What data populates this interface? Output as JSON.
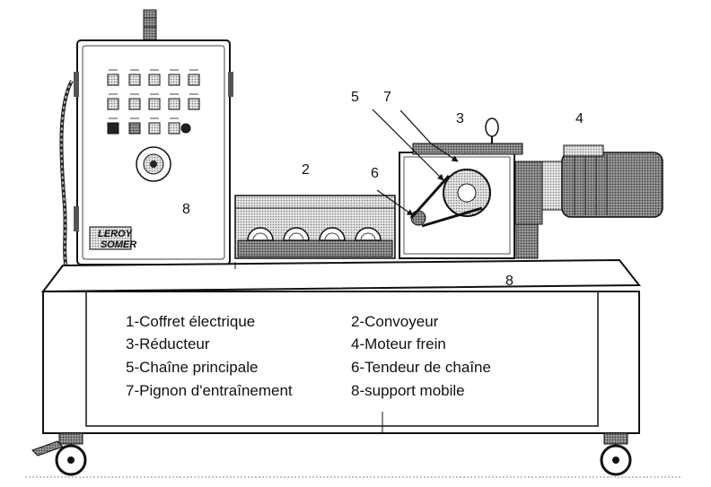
{
  "brand": {
    "line1": "LEROY",
    "line2": "SOMER"
  },
  "callouts": {
    "c5": "5",
    "c7": "7",
    "c3": "3",
    "c4": "4",
    "c2": "2",
    "c6": "6",
    "c8_cabinet": "8",
    "c8_base": "8"
  },
  "legend": [
    "1-Coffret électrique",
    "2-Convoyeur",
    "3-Réducteur",
    "4-Moteur frein",
    "5-Chaîne principale",
    "6-Tendeur de chaîne",
    "7-Pignon d'entraînement",
    "8-support mobile"
  ]
}
